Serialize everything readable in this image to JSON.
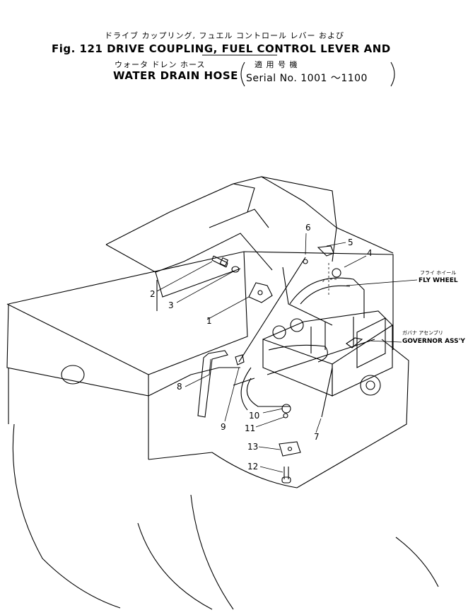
{
  "header": {
    "jp_line1": "ドライブ カップリング, フュエル コントロール レバー および",
    "en_line1": "Fig. 121 DRIVE COUPLING, FUEL CONTROL LEVER AND",
    "jp_line2": "ウォータ ドレン ホース",
    "jp_serial": "適 用 号 機",
    "en_line2": "WATER DRAIN HOSE",
    "serial": "Serial  No. 1001 ～1100"
  },
  "callouts": {
    "fly_wheel_jp": "フライ ホイール",
    "fly_wheel": "FLY WHEEL",
    "governor_jp": "ガバナ アセンブリ",
    "governor": "GOVERNOR ASS'Y"
  },
  "part_numbers": [
    "1",
    "2",
    "3",
    "4",
    "5",
    "6",
    "7",
    "8",
    "9",
    "10",
    "11",
    "12",
    "13"
  ]
}
